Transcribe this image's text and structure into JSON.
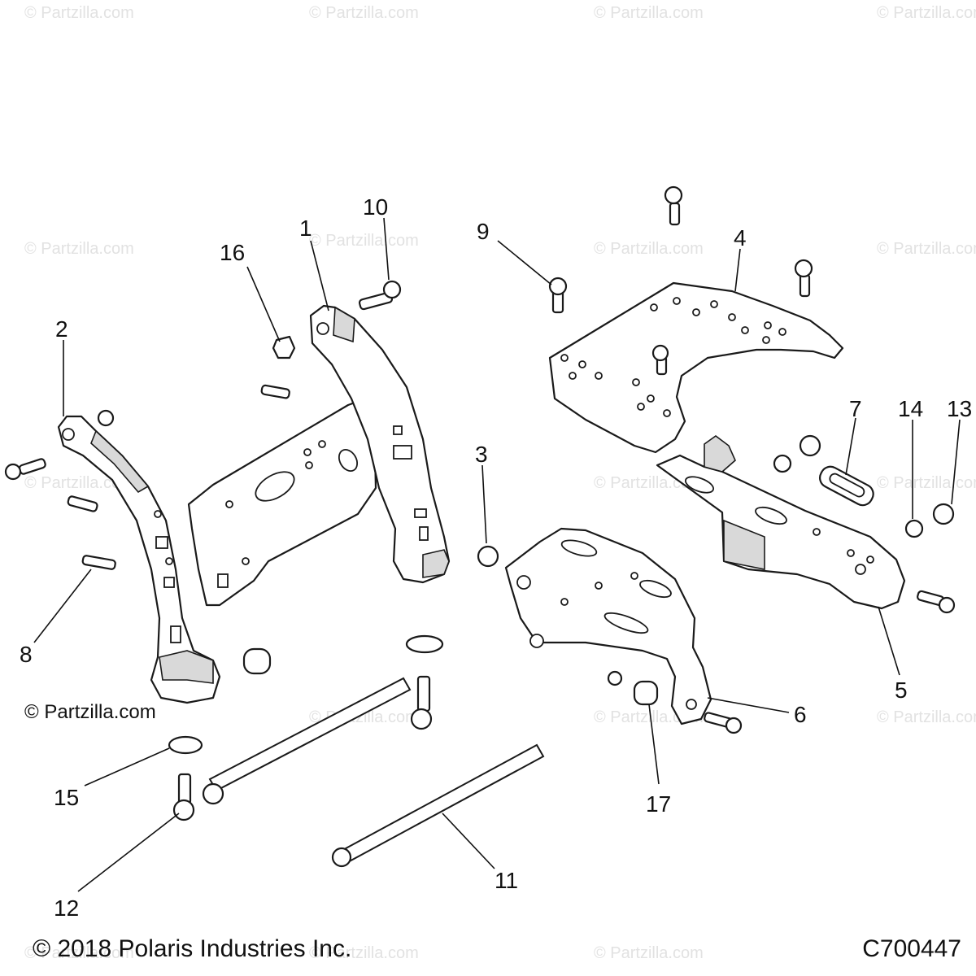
{
  "watermark": "© Partzilla.com",
  "inline_mark": "© Partzilla.com",
  "footer": {
    "copyright": "© 2018 Polaris Industries Inc.",
    "diagram_id": "C700447"
  },
  "callouts": [
    "1",
    "2",
    "3",
    "4",
    "5",
    "6",
    "7",
    "8",
    "9",
    "10",
    "11",
    "12",
    "13",
    "14",
    "15",
    "16",
    "17"
  ]
}
